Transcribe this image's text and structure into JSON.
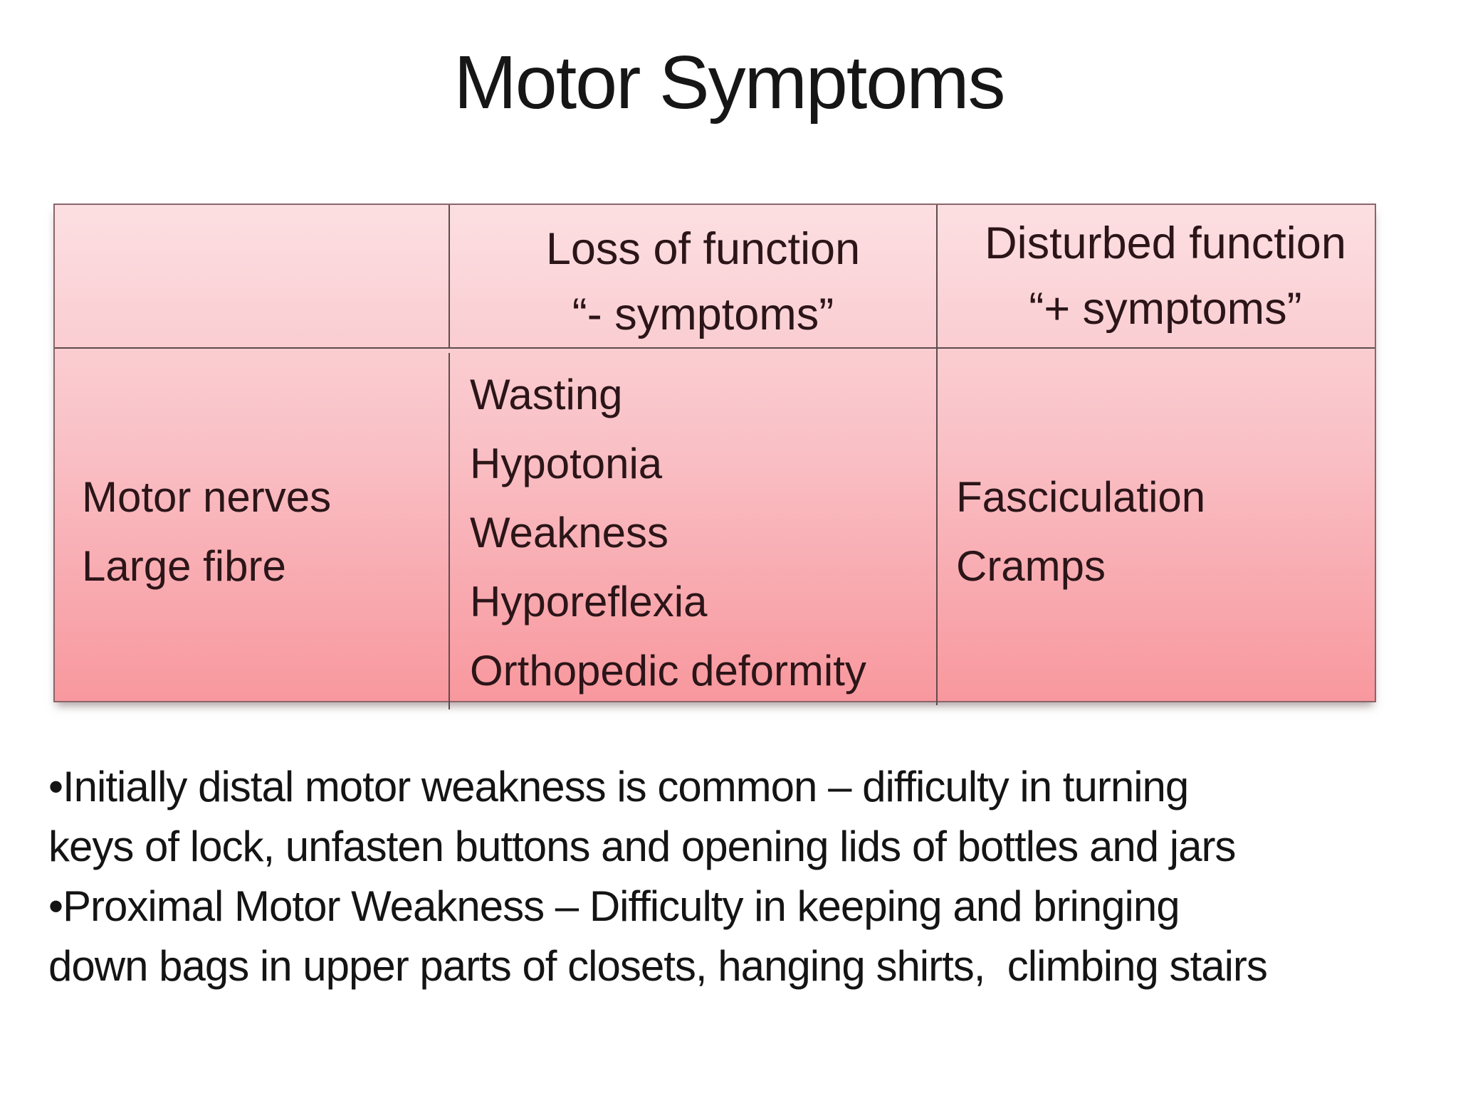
{
  "slide": {
    "title": "Motor Symptoms",
    "table": {
      "header": {
        "col1": "",
        "col2": {
          "line1": "Loss of function",
          "line2": "“- symptoms”"
        },
        "col3": {
          "line1": "Disturbed function",
          "line2": "“+ symptoms”"
        }
      },
      "body": {
        "col1": {
          "lines": [
            "Motor nerves",
            "Large fibre"
          ]
        },
        "col2": {
          "lines": [
            "Wasting",
            "Hypotonia",
            "Weakness",
            "Hyporeflexia",
            "Orthopedic deformity"
          ]
        },
        "col3": {
          "lines": [
            "Fasciculation",
            "Cramps"
          ]
        }
      }
    },
    "bullets": [
      {
        "lines": [
          "•Initially distal motor weakness is common – difficulty in turning",
          "keys of lock, unfasten buttons and opening lids of bottles and jars"
        ]
      },
      {
        "lines": [
          "•Proximal Motor Weakness – Difficulty in keeping and bringing",
          "down bags in upper parts of closets, hanging shirts,  climbing stairs"
        ]
      }
    ],
    "colors": {
      "background": "#ffffff",
      "text": "#161616",
      "table_gradient_top": "#fcdfe2",
      "table_gradient_bottom": "#f8989e",
      "table_border_outer": "#8a656a",
      "table_border_inner": "#5f4b4d",
      "table_text": "#2b1518"
    }
  }
}
